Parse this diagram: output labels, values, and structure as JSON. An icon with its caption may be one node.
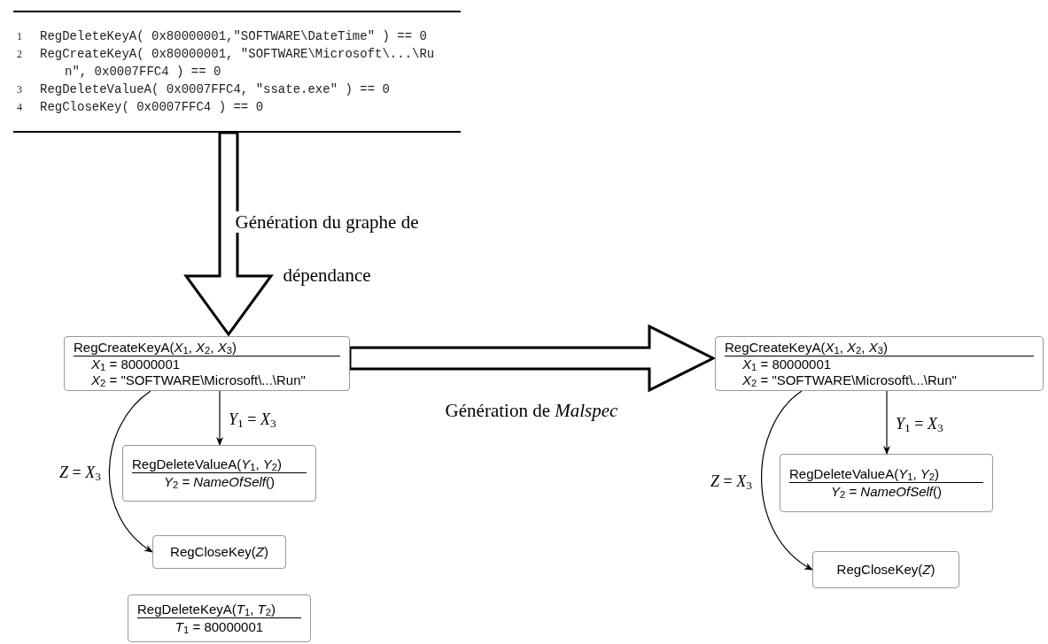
{
  "diagram": {
    "nodes": [
      {
        "text": [
          "1",
          "RegDeleteKeyA( 0x80000001,\"SOFTWARE\\DateTime\" ) == 0",
          "2",
          "RegCreateKeyA( 0x80000001, \"SOFTWARE\\Microsoft\\...\\Run\", 0x0007FFC4 ) == 0",
          "3",
          "RegDeleteValueA( 0x0007FFC4, \"ssate.exe\" ) == 0",
          "4",
          "RegCloseKey( 0x0007FFC4 ) == 0"
        ]
      },
      {
        "text": [
          "RegCreateKeyA(*X*$_{1}$, *X*$_{2}$, *X*$_{3}$)",
          "*X*$_{1}$ = 80000001",
          "*X*$_{2}$ = \"SOFTWARE\\Microsoft\\...\\Run\""
        ]
      },
      {
        "text": [
          "RegDeleteValueA(*Y*$_{1}$, *Y*$_{2}$)",
          "*Y*$_{2}$ = *NameOfSelf*()"
        ]
      },
      {
        "text": [
          "RegCloseKey(*Z*)"
        ]
      },
      {
        "text": [
          "RegDeleteKeyA(*T*$_{1}$, *T*$_{2}$)",
          "*T*$_{1}$ = 80000001"
        ]
      },
      {
        "text": [
          "RegCreateKeyA(*X*$_{1}$, *X*$_{2}$, *X*$_{3}$)",
          "*X*$_{1}$ = 80000001",
          "*X*$_{2}$ = \"SOFTWARE\\Microsoft\\...\\Run\""
        ]
      },
      {
        "text": [
          "RegDeleteValueA(*Y*$_{1}$, *Y*$_{2}$)",
          "*Y*$_{2}$ = *NameOfSelf*()"
        ]
      },
      {
        "text": [
          "RegCloseKey(*Z*)"
        ]
      }
    ],
    "edges": [
      {
        "from": 0,
        "to": 1,
        "arrow": "to",
        "style": "thick",
        "label": "Génération du graphe de dépendance"
      },
      {
        "from": 1,
        "to": 2,
        "arrow": "to",
        "label": "*Y*$_{1}$ = *X*$_{3}$"
      },
      {
        "from": 1,
        "to": 3,
        "arrow": "to",
        "label": "*Z* = *X*$_{3}$"
      },
      {
        "from": 1,
        "to": 5,
        "arrow": "to",
        "style": "thick",
        "label": "Génération de *Malspec*"
      },
      {
        "from": 5,
        "to": 6,
        "arrow": "to",
        "label": "*Y*$_{1}$ = *X*$_{3}$"
      },
      {
        "from": 5,
        "to": 7,
        "arrow": "to",
        "label": "*Z* = *X*$_{3}$"
      }
    ]
  }
}
